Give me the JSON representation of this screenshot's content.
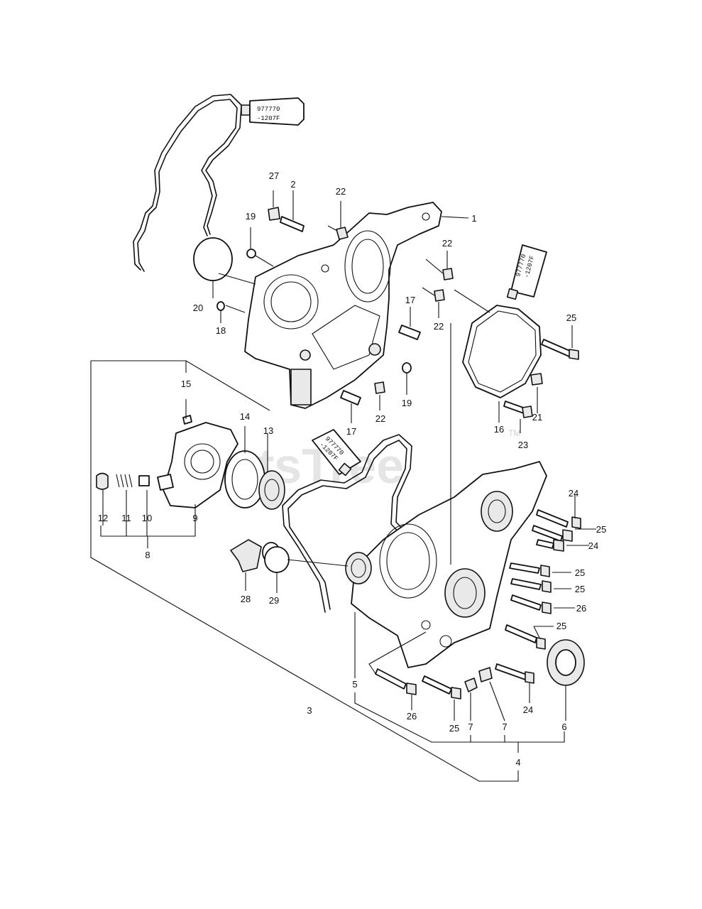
{
  "watermark": {
    "text": "PartsTree",
    "tm": "TM"
  },
  "sealant_label": {
    "line1": "977770",
    "line2": "-1207F"
  },
  "callouts": {
    "c1": "1",
    "c2": "2",
    "c3": "3",
    "c4": "4",
    "c5": "5",
    "c6": "6",
    "c7a": "7",
    "c7b": "7",
    "c8": "8",
    "c9": "9",
    "c10": "10",
    "c11": "11",
    "c12": "12",
    "c13": "13",
    "c14": "14",
    "c15": "15",
    "c16": "16",
    "c17a": "17",
    "c17b": "17",
    "c18": "18",
    "c19a": "19",
    "c19b": "19",
    "c20": "20",
    "c21": "21",
    "c22a": "22",
    "c22b": "22",
    "c22c": "22",
    "c22d": "22",
    "c23": "23",
    "c24a": "24",
    "c24b": "24",
    "c24c": "24",
    "c25a": "25",
    "c25b": "25",
    "c25c": "25",
    "c25d": "25",
    "c25e": "25",
    "c25f": "25",
    "c26a": "26",
    "c26b": "26",
    "c27": "27",
    "c28": "28",
    "c29": "29"
  }
}
